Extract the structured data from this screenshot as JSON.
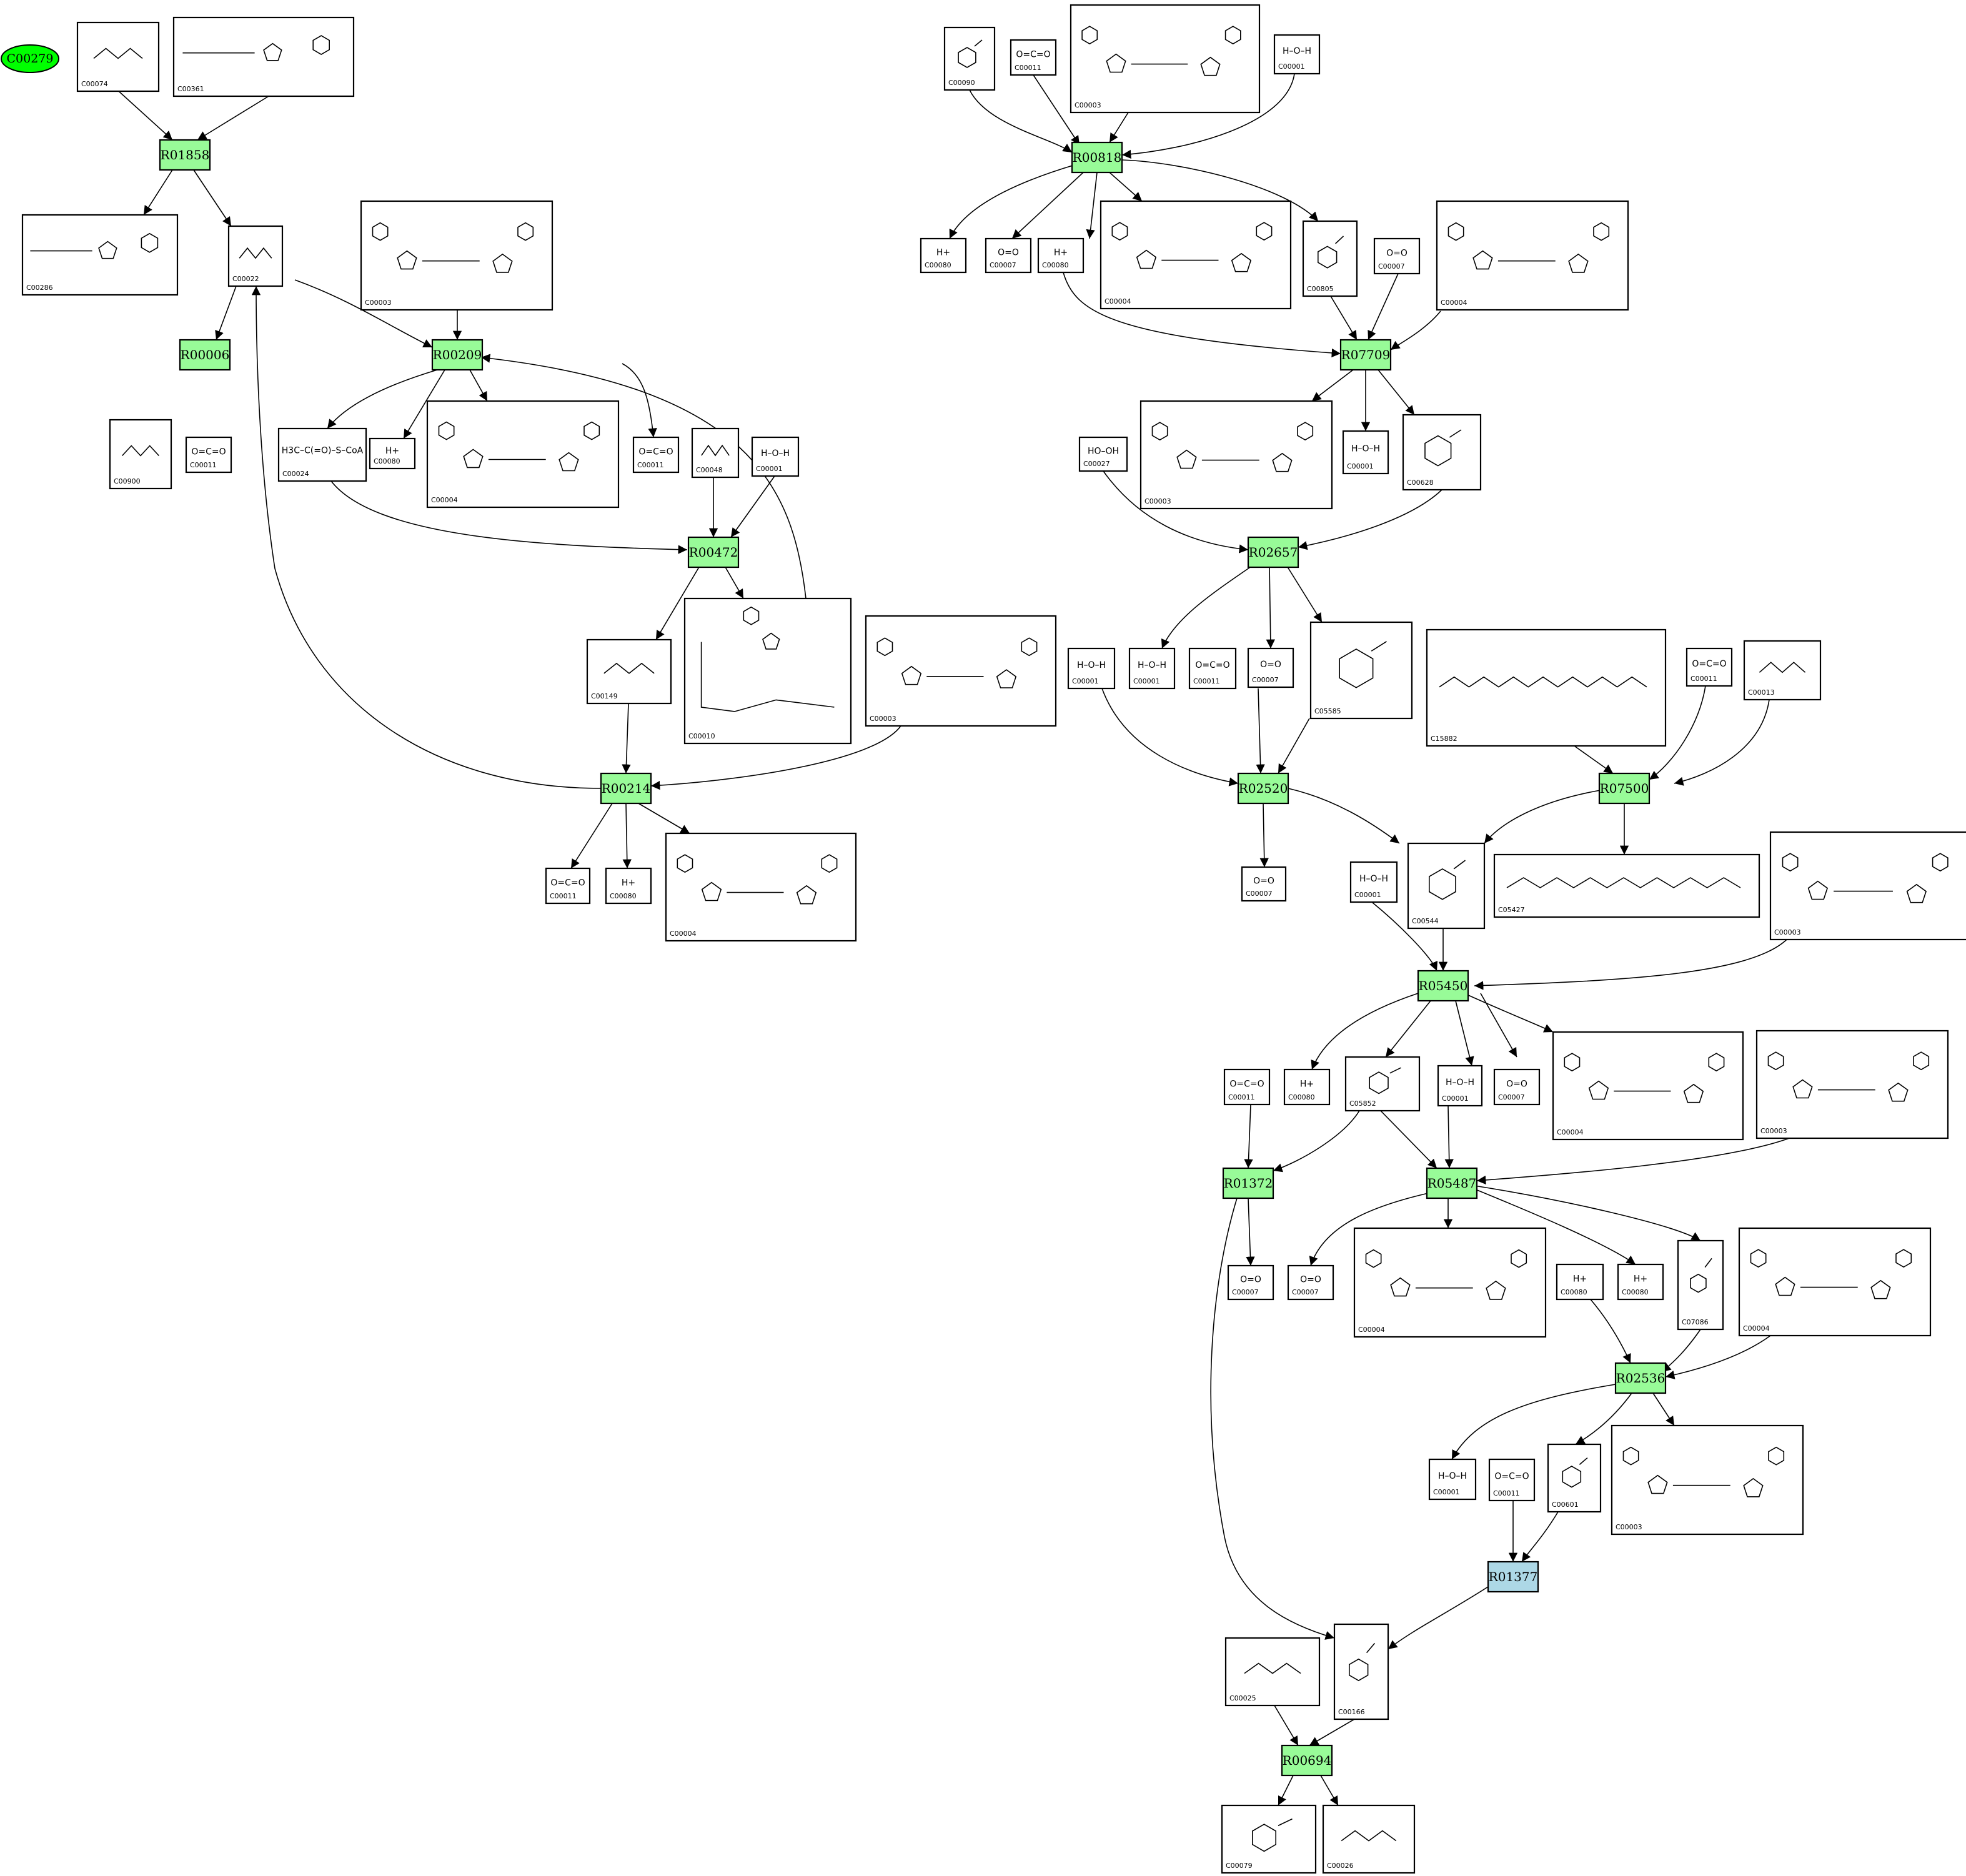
{
  "diagram": {
    "start_node": "C00279",
    "reactions": [
      {
        "id": "R01858",
        "highlight": false
      },
      {
        "id": "R00006",
        "highlight": false
      },
      {
        "id": "R00209",
        "highlight": false
      },
      {
        "id": "R00472",
        "highlight": false
      },
      {
        "id": "R00214",
        "highlight": false
      },
      {
        "id": "R00818",
        "highlight": false
      },
      {
        "id": "R07709",
        "highlight": false
      },
      {
        "id": "R02657",
        "highlight": false
      },
      {
        "id": "R02520",
        "highlight": false
      },
      {
        "id": "R07500",
        "highlight": false
      },
      {
        "id": "R05450",
        "highlight": false
      },
      {
        "id": "R01372",
        "highlight": false
      },
      {
        "id": "R05487",
        "highlight": false
      },
      {
        "id": "R02536",
        "highlight": false
      },
      {
        "id": "R01377",
        "highlight": true
      },
      {
        "id": "R00694",
        "highlight": false
      }
    ],
    "compounds": [
      {
        "id": "C00074",
        "formula": "",
        "kind": "small"
      },
      {
        "id": "C00361",
        "formula": "",
        "kind": "nuc"
      },
      {
        "id": "C00286",
        "formula": "",
        "kind": "nuc"
      },
      {
        "id": "C00022",
        "formula": "",
        "kind": "small"
      },
      {
        "id": "C00003",
        "formula": "",
        "kind": "nad"
      },
      {
        "id": "C00900",
        "formula": "",
        "kind": "small"
      },
      {
        "id": "C00011",
        "formula": "O=C=O",
        "kind": "text"
      },
      {
        "id": "C00024",
        "formula": "H3C–C(=O)–S–CoA",
        "kind": "text"
      },
      {
        "id": "C00080",
        "formula": "H+",
        "kind": "text"
      },
      {
        "id": "C00004",
        "formula": "",
        "kind": "nad"
      },
      {
        "id": "C00011",
        "formula": "O=C=O",
        "kind": "text"
      },
      {
        "id": "C00048",
        "formula": "",
        "kind": "small"
      },
      {
        "id": "C00001",
        "formula": "H–O–H",
        "kind": "text"
      },
      {
        "id": "C00149",
        "formula": "",
        "kind": "small"
      },
      {
        "id": "C00010",
        "formula": "",
        "kind": "coa"
      },
      {
        "id": "C00003",
        "formula": "",
        "kind": "nad"
      },
      {
        "id": "C00011",
        "formula": "O=C=O",
        "kind": "text"
      },
      {
        "id": "C00080",
        "formula": "H+",
        "kind": "text"
      },
      {
        "id": "C00004",
        "formula": "",
        "kind": "nad"
      },
      {
        "id": "C00090",
        "formula": "",
        "kind": "ring"
      },
      {
        "id": "C00011",
        "formula": "O=C=O",
        "kind": "text"
      },
      {
        "id": "C00003",
        "formula": "",
        "kind": "nad"
      },
      {
        "id": "C00001",
        "formula": "H–O–H",
        "kind": "text"
      },
      {
        "id": "C00080",
        "formula": "H+",
        "kind": "text"
      },
      {
        "id": "C00007",
        "formula": "O=O",
        "kind": "text"
      },
      {
        "id": "C00080",
        "formula": "H+",
        "kind": "text"
      },
      {
        "id": "C00004",
        "formula": "",
        "kind": "nad"
      },
      {
        "id": "C00805",
        "formula": "",
        "kind": "ring"
      },
      {
        "id": "C00007",
        "formula": "O=O",
        "kind": "text"
      },
      {
        "id": "C00004",
        "formula": "",
        "kind": "nad"
      },
      {
        "id": "C00027",
        "formula": "HO–OH",
        "kind": "text"
      },
      {
        "id": "C00003",
        "formula": "",
        "kind": "nad"
      },
      {
        "id": "C00001",
        "formula": "H–O–H",
        "kind": "text"
      },
      {
        "id": "C00628",
        "formula": "",
        "kind": "ring"
      },
      {
        "id": "C00001",
        "formula": "H–O–H",
        "kind": "text"
      },
      {
        "id": "C00001",
        "formula": "H–O–H",
        "kind": "text"
      },
      {
        "id": "C00011",
        "formula": "O=C=O",
        "kind": "text"
      },
      {
        "id": "C00007",
        "formula": "O=O",
        "kind": "text"
      },
      {
        "id": "C05585",
        "formula": "",
        "kind": "ring"
      },
      {
        "id": "C15882",
        "formula": "",
        "kind": "chain"
      },
      {
        "id": "C00011",
        "formula": "O=C=O",
        "kind": "text"
      },
      {
        "id": "C00013",
        "formula": "",
        "kind": "small"
      },
      {
        "id": "C00007",
        "formula": "O=O",
        "kind": "text"
      },
      {
        "id": "C00001",
        "formula": "H–O–H",
        "kind": "text"
      },
      {
        "id": "C00544",
        "formula": "",
        "kind": "ring"
      },
      {
        "id": "C05427",
        "formula": "",
        "kind": "chain"
      },
      {
        "id": "C00003",
        "formula": "",
        "kind": "nad"
      },
      {
        "id": "C00011",
        "formula": "O=C=O",
        "kind": "text"
      },
      {
        "id": "C00080",
        "formula": "H+",
        "kind": "text"
      },
      {
        "id": "C05852",
        "formula": "",
        "kind": "ring"
      },
      {
        "id": "C00001",
        "formula": "H–O–H",
        "kind": "text"
      },
      {
        "id": "C00007",
        "formula": "O=O",
        "kind": "text"
      },
      {
        "id": "C00004",
        "formula": "",
        "kind": "nad"
      },
      {
        "id": "C00003",
        "formula": "",
        "kind": "nad"
      },
      {
        "id": "C00007",
        "formula": "O=O",
        "kind": "text"
      },
      {
        "id": "C00007",
        "formula": "O=O",
        "kind": "text"
      },
      {
        "id": "C00004",
        "formula": "",
        "kind": "nad"
      },
      {
        "id": "C00080",
        "formula": "H+",
        "kind": "text"
      },
      {
        "id": "C00080",
        "formula": "H+",
        "kind": "text"
      },
      {
        "id": "C07086",
        "formula": "",
        "kind": "ring"
      },
      {
        "id": "C00004",
        "formula": "",
        "kind": "nad"
      },
      {
        "id": "C00001",
        "formula": "H–O–H",
        "kind": "text"
      },
      {
        "id": "C00011",
        "formula": "O=C=O",
        "kind": "text"
      },
      {
        "id": "C00601",
        "formula": "",
        "kind": "ring"
      },
      {
        "id": "C00003",
        "formula": "",
        "kind": "nad"
      },
      {
        "id": "C00025",
        "formula": "",
        "kind": "small"
      },
      {
        "id": "C00166",
        "formula": "",
        "kind": "ring"
      },
      {
        "id": "C00079",
        "formula": "",
        "kind": "ring"
      },
      {
        "id": "C00026",
        "formula": "",
        "kind": "small"
      }
    ],
    "colors": {
      "reaction": "#98fb98",
      "highlight": "#add8e6",
      "start": "#00ff00"
    }
  }
}
